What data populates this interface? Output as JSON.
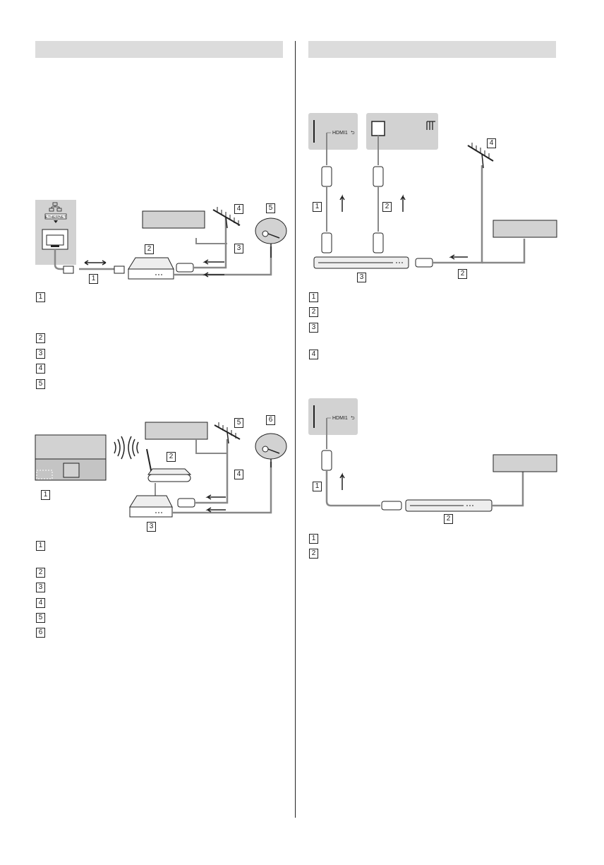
{
  "left": {
    "diagram1": {
      "port_label": "ETHERNET",
      "callouts": [
        "1",
        "2",
        "3",
        "4",
        "5"
      ],
      "legend": [
        "1",
        "2",
        "3",
        "4",
        "5"
      ]
    },
    "diagram2": {
      "callouts": [
        "1",
        "2",
        "3",
        "4",
        "5",
        "6"
      ],
      "legend": [
        "1",
        "2",
        "3",
        "4",
        "5",
        "6"
      ]
    }
  },
  "right": {
    "diagram3": {
      "port_label": "HDMI1",
      "callouts": [
        "1",
        "2",
        "3",
        "2",
        "4"
      ],
      "legend": [
        "1",
        "2",
        "3",
        "4"
      ]
    },
    "diagram4": {
      "port_label": "HDMI1",
      "callouts": [
        "1",
        "2"
      ],
      "legend": [
        "1",
        "2"
      ]
    }
  },
  "colors": {
    "header_bar": "#dcdcdc",
    "panel": "#d2d2d2",
    "line": "#222222",
    "cable": "#888888"
  }
}
